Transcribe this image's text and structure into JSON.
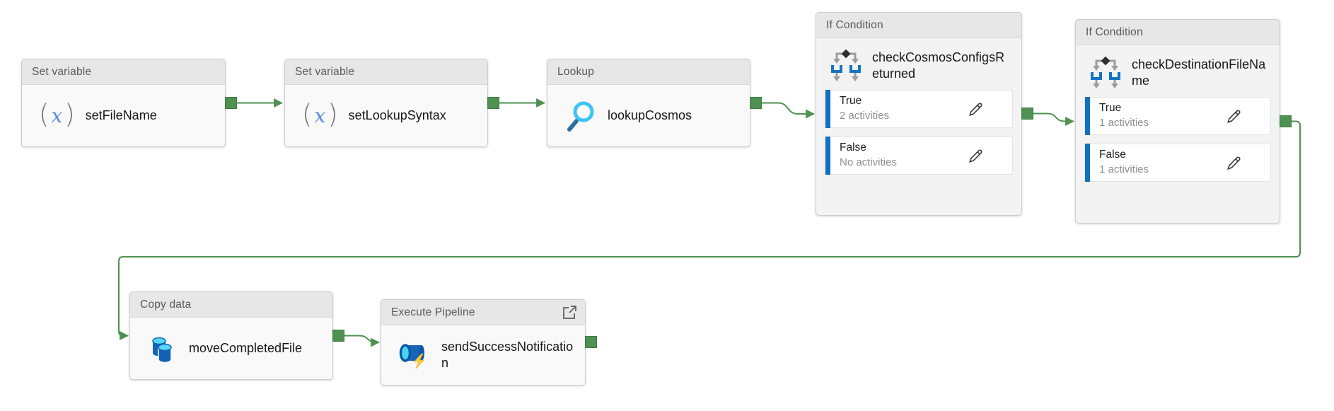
{
  "pipeline": {
    "nodes": [
      {
        "type_label": "Set variable",
        "name": "setFileName",
        "icon": "variable-icon"
      },
      {
        "type_label": "Set variable",
        "name": "setLookupSyntax",
        "icon": "variable-icon"
      },
      {
        "type_label": "Lookup",
        "name": "lookupCosmos",
        "icon": "lookup-icon"
      },
      {
        "type_label": "If Condition",
        "name": "checkCosmosConfigsReturned",
        "icon": "if-condition-icon",
        "branches": [
          {
            "label": "True",
            "activities": "2 activities"
          },
          {
            "label": "False",
            "activities": "No activities"
          }
        ]
      },
      {
        "type_label": "If Condition",
        "name": "checkDestinationFileName",
        "icon": "if-condition-icon",
        "branches": [
          {
            "label": "True",
            "activities": "1 activities"
          },
          {
            "label": "False",
            "activities": "1 activities"
          }
        ]
      },
      {
        "type_label": "Copy data",
        "name": "moveCompletedFile",
        "icon": "copy-data-icon"
      },
      {
        "type_label": "Execute Pipeline",
        "name": "sendSuccessNotification",
        "icon": "execute-pipeline-icon"
      }
    ],
    "icons": {
      "variable_paren_open": "(",
      "variable_glyph": "x",
      "variable_paren_close": ")"
    },
    "colors": {
      "connector_green": "#4e9150",
      "branch_bar_blue": "#1070c2",
      "icon_blue": "#1464b8",
      "icon_cyan": "#4fd6f7",
      "header_gray": "#e7e7e7"
    }
  }
}
